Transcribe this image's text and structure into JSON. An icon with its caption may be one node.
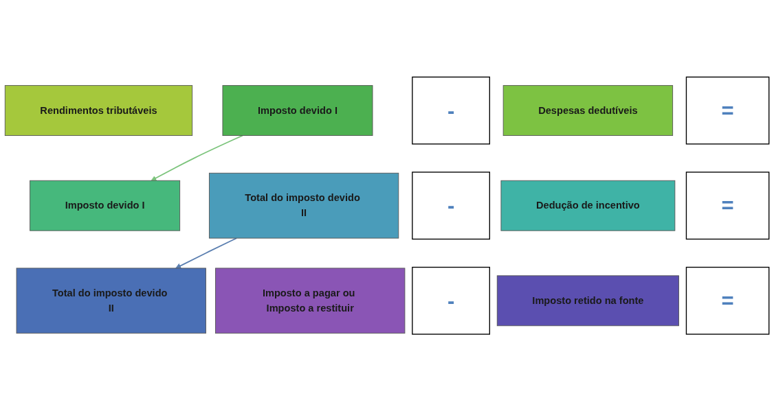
{
  "diagram": {
    "nodes": [
      {
        "text": [
          "Rendimentos tributáveis"
        ]
      },
      {
        "text": [
          "-"
        ]
      },
      {
        "text": [
          "Despesas dedutíveis"
        ]
      },
      {
        "text": [
          "="
        ]
      },
      {
        "text": [
          "Imposto devido I"
        ]
      },
      {
        "text": [
          "Imposto devido I"
        ]
      },
      {
        "text": [
          "-"
        ]
      },
      {
        "text": [
          "Dedução de incentivo"
        ]
      },
      {
        "text": [
          "="
        ]
      },
      {
        "text": [
          "Total do imposto devido II"
        ]
      },
      {
        "text": [
          "Total do imposto devido II"
        ]
      },
      {
        "text": [
          "-"
        ]
      },
      {
        "text": [
          "Imposto retido na fonte"
        ]
      },
      {
        "text": [
          "="
        ]
      },
      {
        "text": [
          "Imposto a pagar ou Imposto a restituir"
        ]
      }
    ],
    "edges": [
      {
        "from": 4,
        "to": 5,
        "arrow": "to",
        "color": "#7cc47c"
      },
      {
        "from": 9,
        "to": 10,
        "arrow": "to",
        "color": "#5b7fb0"
      }
    ]
  }
}
